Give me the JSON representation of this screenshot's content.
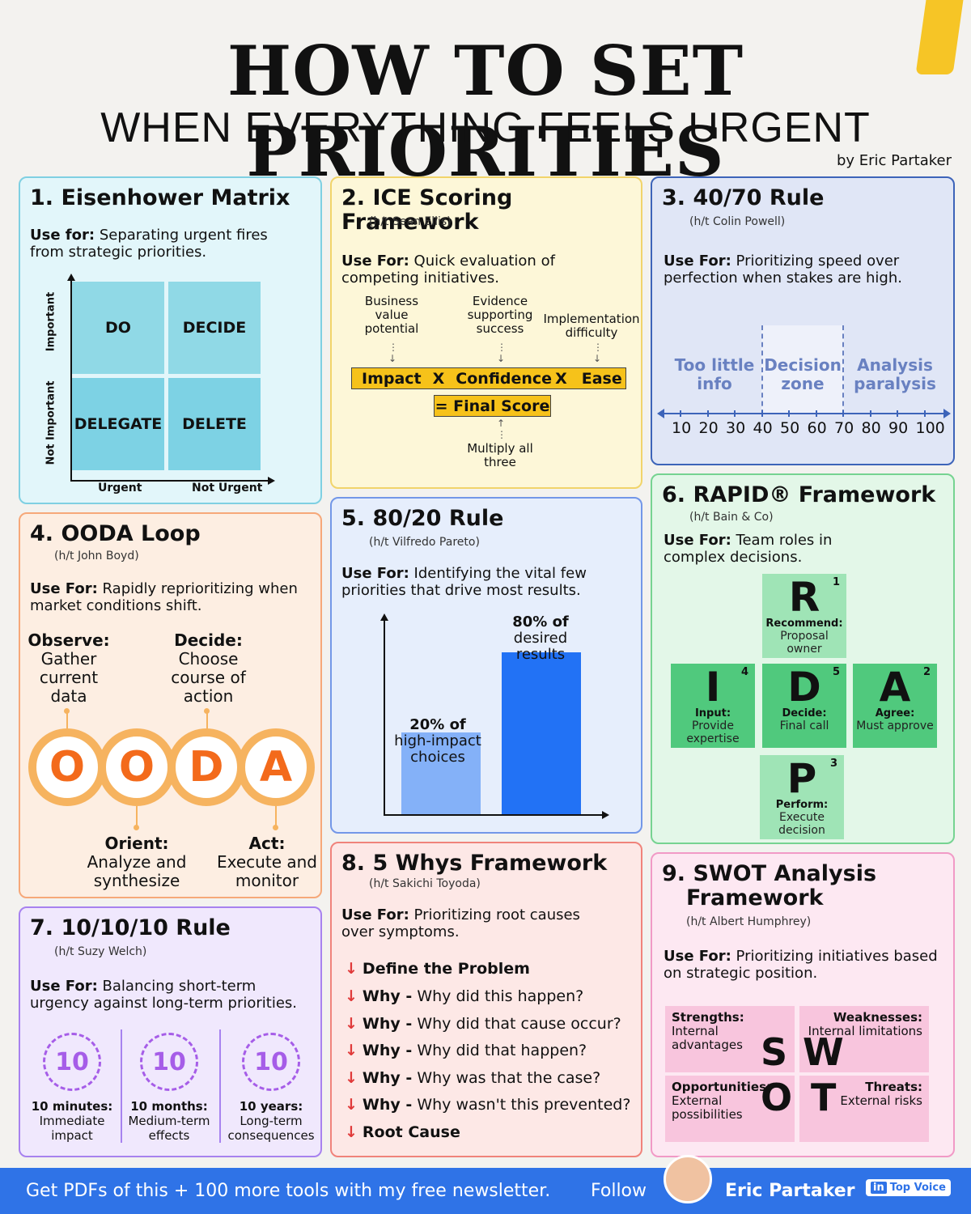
{
  "header": {
    "title": "HOW TO SET PRIORITIES",
    "subtitle": "WHEN EVERYTHING FEELS URGENT",
    "byline": "by Eric Partaker"
  },
  "eisenhower": {
    "title": "1.  Eisenhower Matrix",
    "use_bold": "Use for:",
    "use_text": "Separating urgent fires from strategic priorities.",
    "cells": [
      "DO",
      "DECIDE",
      "DELEGATE",
      "DELETE"
    ],
    "y_labels": [
      "Important",
      "Not Important"
    ],
    "x_labels": [
      "Urgent",
      "Not Urgent"
    ],
    "colors": {
      "cell": "#90d9e6",
      "cell_dark": "#7dd2e4"
    }
  },
  "ice": {
    "title": "2. ICE Scoring Framework",
    "ht": "(h/t Sean Ellis)",
    "use_bold": "Use For:",
    "use_text": "Quick evaluation of competing initiatives.",
    "labels": [
      "Business value potential",
      "Evidence supporting success",
      "Implementation difficulty"
    ],
    "formula": [
      "Impact",
      "X",
      "Confidence",
      "X",
      "Ease"
    ],
    "final": "= Final Score",
    "note": "Multiply all three"
  },
  "rule4070": {
    "title": "3. 40/70 Rule",
    "ht": "(h/t Colin Powell)",
    "use_bold": "Use For:",
    "use_text": "Prioritizing speed over perfection when stakes are high.",
    "zones": [
      "Too little info",
      "Decision zone",
      "Analysis paralysis"
    ],
    "ticks": [
      "10",
      "20",
      "30",
      "40",
      "50",
      "60",
      "70",
      "80",
      "90",
      "100"
    ]
  },
  "ooda": {
    "title": "4. OODA Loop",
    "ht": "(h/t John Boyd)",
    "use_bold": "Use For:",
    "use_text": "Rapidly reprioritizing when market conditions shift.",
    "letters": [
      "O",
      "O",
      "D",
      "A"
    ],
    "observe_h": "Observe:",
    "observe_t": "Gather current data",
    "decide_h": "Decide:",
    "decide_t": "Choose course of action",
    "orient_h": "Orient:",
    "orient_t": "Analyze and synthesize",
    "act_h": "Act:",
    "act_t": "Execute and monitor"
  },
  "pareto": {
    "title": "5. 80/20 Rule",
    "ht": "(h/t Vilfredo Pareto)",
    "use_bold": "Use For:",
    "use_text": "Identifying the vital few priorities that drive most results.",
    "small_h": "20% of",
    "small_t": "high-impact choices",
    "big_h": "80% of",
    "big_t": "desired results"
  },
  "chart_data": {
    "type": "bar",
    "categories": [
      "20% of high-impact choices",
      "80% of desired results"
    ],
    "values": [
      20,
      80
    ],
    "colors": [
      "#84b1f8",
      "#2272f5"
    ]
  },
  "rapid": {
    "title": "6. RAPID® Framework",
    "ht": "(h/t Bain & Co)",
    "use_bold": "Use For:",
    "use_text": "Team roles in complex decisions.",
    "r": {
      "letter": "R",
      "num": "1",
      "role": "Recommend:",
      "desc": "Proposal owner"
    },
    "i": {
      "letter": "I",
      "num": "4",
      "role": "Input:",
      "desc": "Provide expertise"
    },
    "d": {
      "letter": "D",
      "num": "5",
      "role": "Decide:",
      "desc": "Final call"
    },
    "a": {
      "letter": "A",
      "num": "2",
      "role": "Agree:",
      "desc": "Must approve"
    },
    "p": {
      "letter": "P",
      "num": "3",
      "role": "Perform:",
      "desc": "Execute decision"
    }
  },
  "rule101010": {
    "title": "7. 10/10/10 Rule",
    "ht": "(h/t Suzy Welch)",
    "use_bold": "Use For:",
    "use_text": "Balancing short-term urgency against long-term priorities.",
    "clock": "10",
    "items": [
      {
        "h": "10 minutes:",
        "t": "Immediate impact"
      },
      {
        "h": "10 months:",
        "t": "Medium-term effects"
      },
      {
        "h": "10 years:",
        "t": "Long-term consequences"
      }
    ]
  },
  "whys": {
    "title": "8. 5 Whys Framework",
    "ht": "(h/t Sakichi Toyoda)",
    "use_bold": "Use For:",
    "use_text": "Prioritizing root causes over symptoms.",
    "first": "Define the Problem",
    "why": "Why -",
    "q1": "Why did this happen?",
    "q2": "Why did that cause occur?",
    "q3": "Why did that happen?",
    "q4": "Why was that the case?",
    "q5": "Why wasn't this prevented?",
    "last": "Root Cause"
  },
  "swot": {
    "title1": "9. SWOT Analysis",
    "title2": "Framework",
    "ht": "(h/t Albert Humphrey)",
    "use_bold": "Use For:",
    "use_text": "Prioritizing initiatives based on strategic position.",
    "s": {
      "h": "Strengths:",
      "t": "Internal advantages"
    },
    "w": {
      "h": "Weaknesses:",
      "t": "Internal limitations"
    },
    "o": {
      "h": "Opportunities:",
      "t": "External possibilities"
    },
    "t": {
      "h": "Threats:",
      "t": "External risks"
    },
    "letters": [
      "S",
      "W",
      "O",
      "T"
    ]
  },
  "footer": {
    "cta": "Get PDFs of this + 100 more tools with my free newsletter.",
    "follow": "Follow",
    "name": "Eric Partaker",
    "badge": "Top Voice"
  }
}
